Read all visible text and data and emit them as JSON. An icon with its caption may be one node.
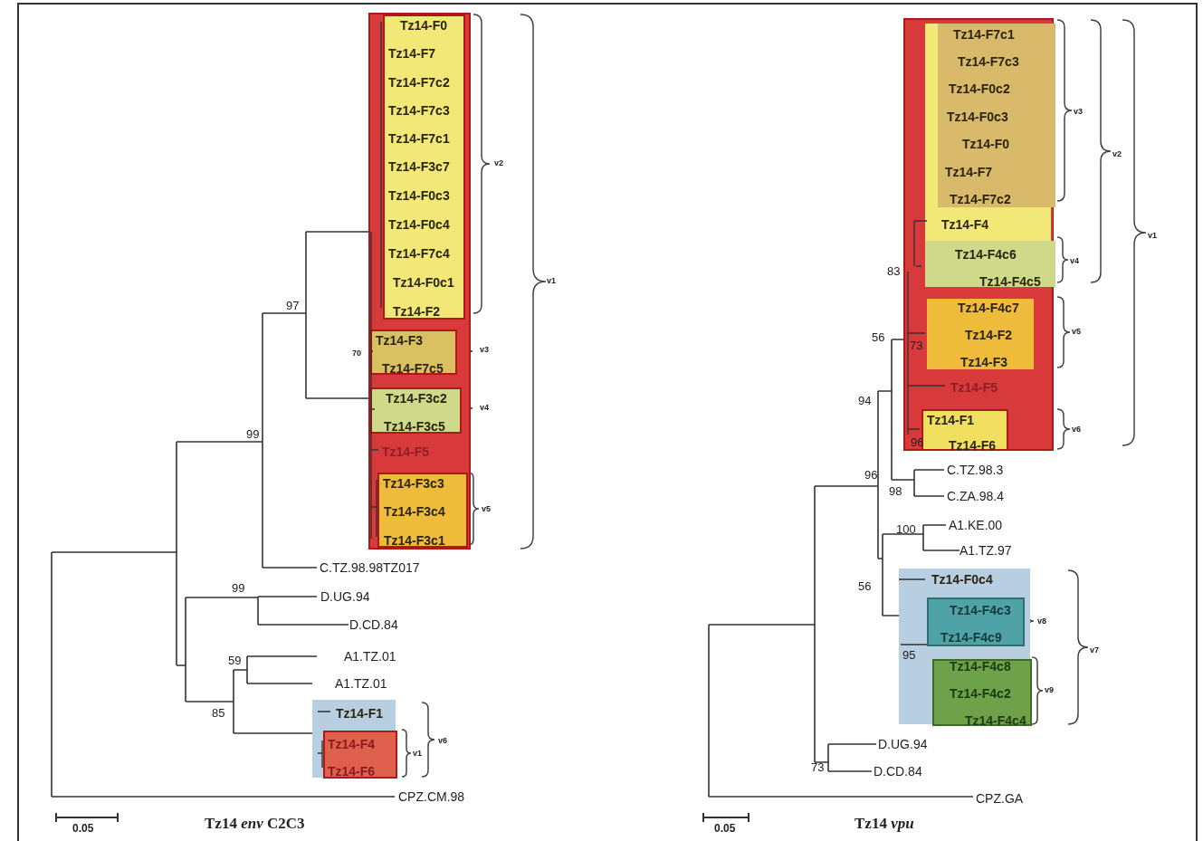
{
  "diagram": {
    "nodes": [
      {
        "text": [
          "Tz14-F5"
        ]
      },
      {
        "text": [
          "Tz14-F0",
          "Tz14-F7",
          "Tz14-F7c2",
          "Tz14-F7c3",
          "Tz14-F7c1",
          "Tz14-F3c7",
          "Tz14-F0c3",
          "Tz14-F0c4",
          "Tz14-F7c4",
          "Tz14-F0c1",
          "Tz14-F2"
        ],
        "in": 0
      },
      {
        "text": [
          "Tz14-F3",
          "Tz14-F7c5"
        ],
        "in": 0
      },
      {
        "text": [
          "Tz14-F3c2",
          "Tz14-F3c5"
        ],
        "in": 0
      },
      {
        "text": [
          "Tz14-F3c3",
          "Tz14-F3c4",
          "Tz14-F3c1"
        ],
        "in": 0
      },
      {
        "text": [
          "Tz14-F1"
        ]
      },
      {
        "text": [
          "Tz14-F4",
          "Tz14-F6"
        ],
        "in": 5
      },
      {
        "text": [
          "Tz14-F5"
        ]
      },
      {
        "text": [
          "Tz14-F4"
        ],
        "in": 7
      },
      {
        "text": [
          "Tz14-F7c1",
          "Tz14-F7c3",
          "Tz14-F0c2",
          "Tz14-F0c3",
          "Tz14-F0",
          "Tz14-F7",
          "Tz14-F7c2"
        ],
        "in": 8
      },
      {
        "text": [
          "Tz14-F4c6",
          "Tz14-F4c5"
        ],
        "in": 8
      },
      {
        "text": [
          "Tz14-F4c7",
          "Tz14-F2",
          "Tz14-F3"
        ],
        "in": 7
      },
      {
        "text": [
          "Tz14-F1",
          "Tz14-F6"
        ],
        "in": 7
      },
      {
        "text": [
          "Tz14-F0c4"
        ]
      },
      {
        "text": [
          "Tz14-F4c3",
          "Tz14-F4c9"
        ],
        "in": 13
      },
      {
        "text": [
          "Tz14-F4c8",
          "Tz14-F4c2",
          "Tz14-F4c4"
        ],
        "in": 13
      }
    ],
    "edges": [],
    "labels": [
      "v2",
      "v1",
      "97",
      "70",
      "v3",
      "v4",
      "99",
      "v5",
      "C.TZ.98.98TZ017",
      "99",
      "D.UG.94",
      "D.CD.84",
      "59",
      "A1.TZ.01",
      "A1.TZ.01",
      "85",
      "v6",
      "v1",
      "CPZ.CM.98",
      "0.05",
      "Tz14 *env* C2C3",
      "v3",
      "v2",
      "v1",
      "v4",
      "83",
      "56",
      "73",
      "v5",
      "94",
      "v6",
      "96",
      "C.TZ.98.3",
      "96",
      "98",
      "C.ZA.98.4",
      "100",
      "A1.KE.00",
      "A1.TZ.97",
      "56",
      "v8",
      "95",
      "v7",
      "v9",
      "D.UG.94",
      "73",
      "D.CD.84",
      "CPZ.GA",
      "0.05",
      "Tz14 *vpu*"
    ]
  }
}
